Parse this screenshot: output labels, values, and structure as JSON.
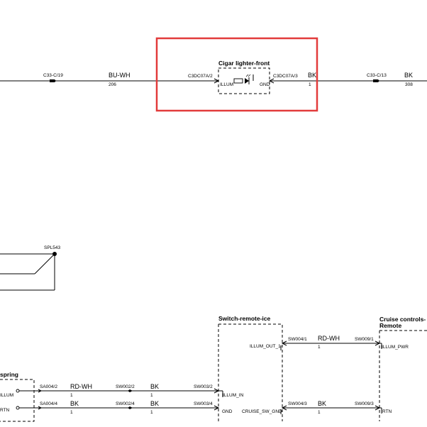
{
  "top_circuit": {
    "left_connector": "C33-C/19",
    "wire1_color": "BU-WH",
    "wire1_num": "206",
    "component_title": "Cigar lighter-front",
    "pin_left": "C3DC07A/2",
    "pin_right": "C3DC07A/3",
    "pin_left_label": "ILLUM",
    "pin_right_label": "GND",
    "wire2_color": "BK",
    "wire2_num": "1",
    "right_connector": "C33-C/13",
    "wire3_color": "BK",
    "wire3_num": "308"
  },
  "splice": {
    "label": "SPL543"
  },
  "clockspring": {
    "title": "spring",
    "pin1_label": "ILLUM",
    "pin2_label": "RTN"
  },
  "row1": {
    "sa_pin": "SA004/2",
    "color1": "RD-WH",
    "num1": "1",
    "sw_a": "SW002/2",
    "color2": "BK",
    "num2": "1",
    "sw_b": "SW003/2"
  },
  "row2": {
    "sa_pin": "SA004/4",
    "color1": "BK",
    "num1": "1",
    "sw_a": "SW002/4",
    "color2": "BK",
    "num2": "1",
    "sw_b": "SW003/4"
  },
  "switch_remote": {
    "title": "Switch-remote-ice",
    "illum_in": "ILLUM_IN",
    "gnd": "GND",
    "illum_out": "ILLUM_OUT_1",
    "cruise_gnd": "CRUISE_SW_GND"
  },
  "mid_top": {
    "pin_left": "SW004/1",
    "color": "RD-WH",
    "num": "1",
    "pin_right": "SW009/1"
  },
  "mid_bottom": {
    "pin_left": "SW004/3",
    "color": "BK",
    "num": "1",
    "pin_right": "SW009/3"
  },
  "cruise": {
    "title_line1": "Cruise controls-",
    "title_line2": "Remote",
    "illum_pwr": "ILLUM_PWR",
    "rtn": "RTN"
  }
}
